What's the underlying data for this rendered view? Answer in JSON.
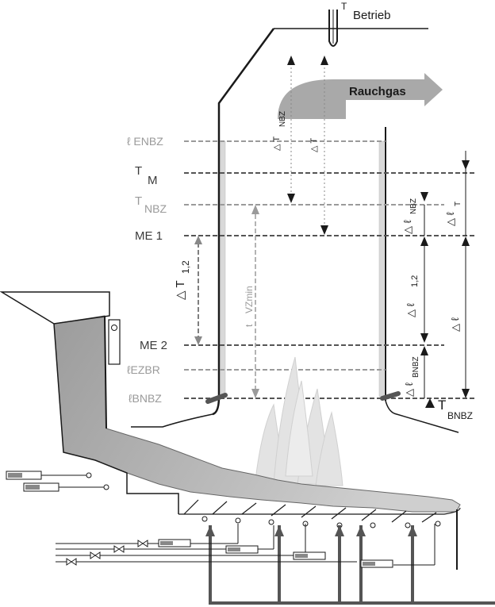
{
  "labels": {
    "t_betrieb_sym": "T",
    "t_betrieb_sub": "Betrieb",
    "rauchgas": "Rauchgas",
    "l_enbz": "ℓ ENBZ",
    "t_m_sym": "T",
    "t_m_sub": "M",
    "t_nbz_sym": "T",
    "t_nbz_sub": "NBZ",
    "me1": "ME 1",
    "me2": "ME 2",
    "l_ezbr": "ℓEZBR",
    "l_bnbz": "ℓBNBZ",
    "delta_t_12": "△ T",
    "delta_t_12_sub": "1,2",
    "t_vzmin": "t",
    "t_vzmin_sub": "VZmin",
    "delta_t_nbz": "△ T",
    "delta_t_nbz_sub": "NBZ",
    "delta_t": "△ T",
    "delta_l_nbz": "△ ℓ",
    "delta_l_nbz_sub": "NBZ",
    "delta_l_12": "△ ℓ",
    "delta_l_12_sub": "1,2",
    "delta_l_bnbz": "△ ℓ",
    "delta_l_bnbz_sub": "BNBZ",
    "delta_l_t": "△ ℓ",
    "delta_l_t_sub": "T",
    "delta_l": "△ ℓ",
    "t_bnbz_sym": "T",
    "t_bnbz_sub": "BNBZ"
  },
  "colors": {
    "line": "#1a1a1a",
    "gray": "#9a9a9a",
    "fuel": "#a8a8a8",
    "arrow": "#a9a9a9"
  }
}
